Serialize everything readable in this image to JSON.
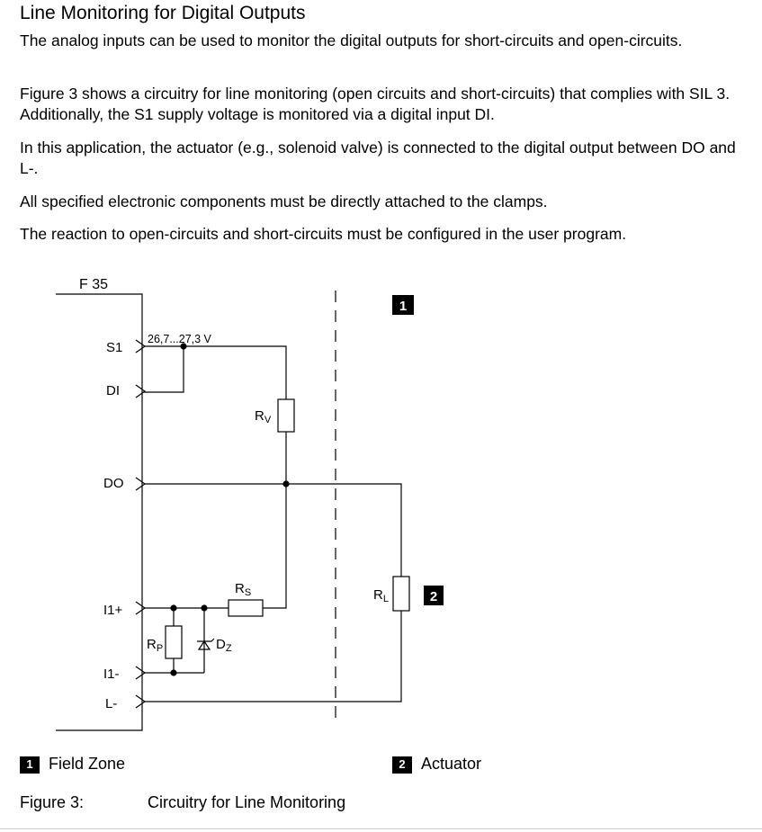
{
  "heading": "Line Monitoring for Digital Outputs",
  "paragraphs": {
    "p1": "The analog inputs can be used to monitor the digital outputs for short-circuits and open-circuits.",
    "p2": "Figure 3 shows a circuitry for line monitoring (open circuits and short-circuits) that complies with SIL 3. Additionally, the S1 supply voltage is monitored via a digital input DI.",
    "p3": "In this application, the actuator (e.g., solenoid valve) is connected to the digital output between DO and L-.",
    "p4": "All specified electronic components must be directly attached to the clamps.",
    "p5": "The reaction to open-circuits and short-circuits must be configured in the user program."
  },
  "diagram": {
    "device": "F 35",
    "voltage": "26,7...27,3 V",
    "terminals": {
      "s1": "S1",
      "di": "DI",
      "do": "DO",
      "i1plus": "I1+",
      "i1minus": "I1-",
      "lminus": "L-"
    },
    "components": {
      "rv": {
        "main": "R",
        "sub": "V"
      },
      "rs": {
        "main": "R",
        "sub": "S"
      },
      "rp": {
        "main": "R",
        "sub": "P"
      },
      "dz": {
        "main": "D",
        "sub": "Z"
      },
      "rl": {
        "main": "R",
        "sub": "L"
      }
    },
    "zone_markers": {
      "field_zone": "1",
      "actuator": "2"
    }
  },
  "legend": {
    "item1": {
      "num": "1",
      "label": "Field Zone"
    },
    "item2": {
      "num": "2",
      "label": "Actuator"
    }
  },
  "caption": {
    "label": "Figure 3:",
    "text": "Circuitry for Line Monitoring"
  }
}
